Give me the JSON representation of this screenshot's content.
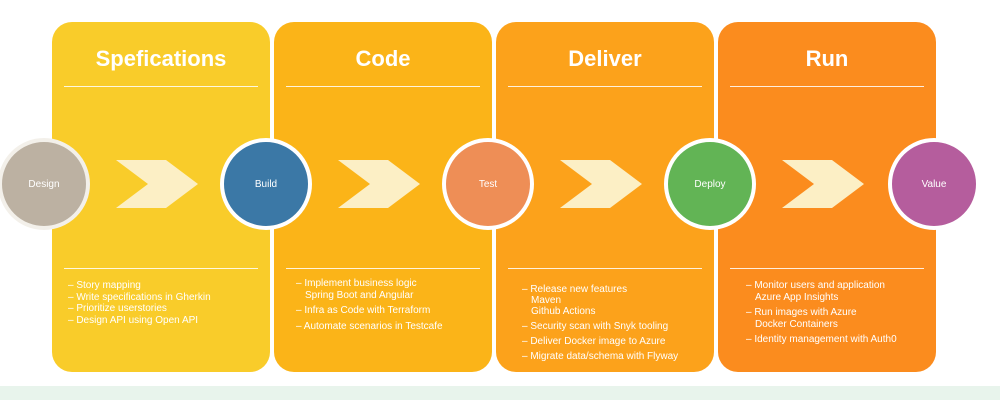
{
  "colors": {
    "stage_1": "#f9cc2a",
    "stage_2": "#fbb418",
    "stage_3": "#fca21b",
    "stage_4": "#fb8c1e",
    "arrow": "#fcefc5",
    "design": "#bcb1a2",
    "build": "#3b78a6",
    "test": "#ee8e56",
    "deploy": "#62b455",
    "value": "#b55d9d"
  },
  "stages": [
    {
      "title": "Spefications",
      "items": [
        "– Story mapping",
        "– Write specifications in Gherkin",
        "– Prioritize userstories",
        "– Design API using Open API"
      ]
    },
    {
      "title": "Code",
      "items": [
        "– Implement business logic",
        "Spring Boot and Angular",
        "– Infra as Code with Terraform",
        "– Automate scenarios in Testcafe"
      ]
    },
    {
      "title": "Deliver",
      "items": [
        "– Release new features",
        "Maven",
        "Github Actions",
        "– Security scan with Snyk tooling",
        "– Deliver Docker image to Azure",
        "– Migrate data/schema with Flyway"
      ]
    },
    {
      "title": "Run",
      "items": [
        "– Monitor users and application",
        "Azure App Insights",
        "– Run images with Azure",
        "Docker Containers",
        "– Identity management with Auth0"
      ]
    }
  ],
  "nodes": [
    "Design",
    "Build",
    "Test",
    "Deploy",
    "Value"
  ]
}
